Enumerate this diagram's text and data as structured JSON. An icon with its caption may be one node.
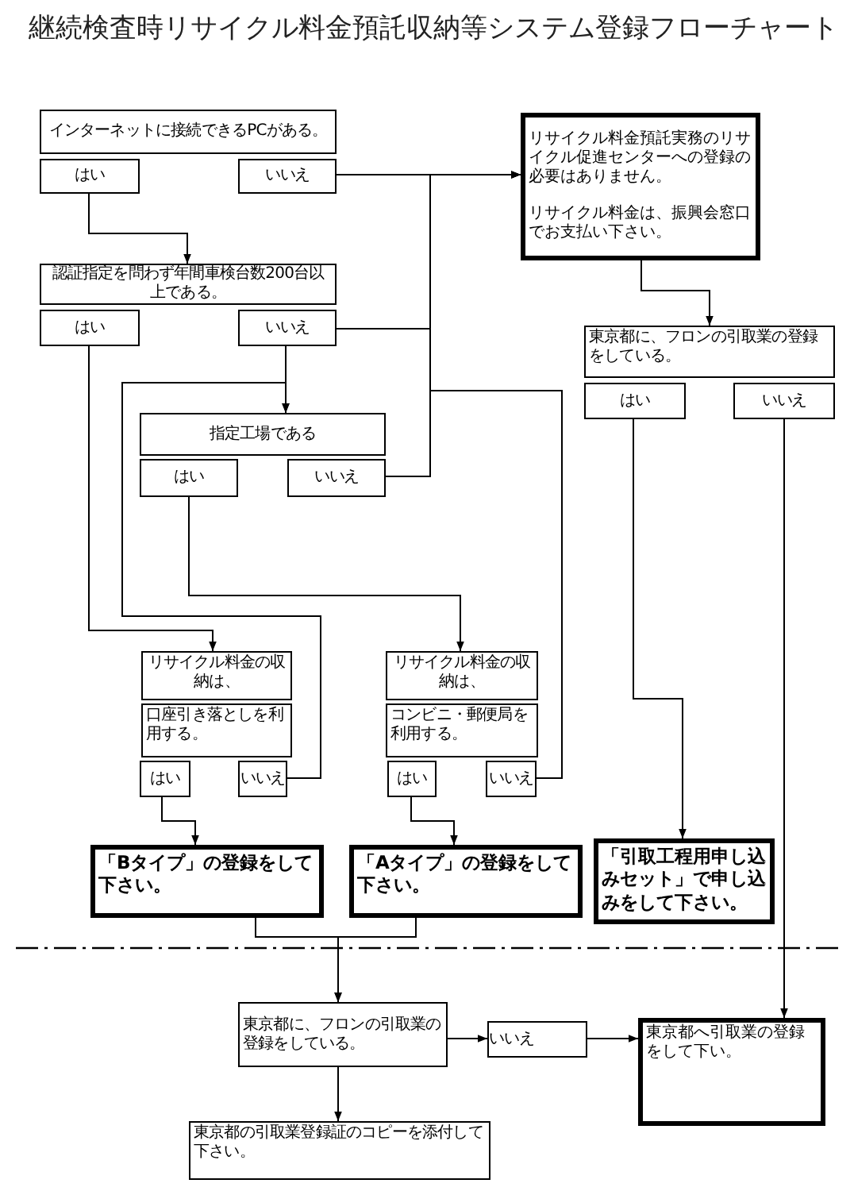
{
  "diagram": {
    "title": "継続検査時リサイクル料金預託収納等システム登録フローチャート",
    "nodes": [
      {
        "text": [
          "インターネットに接続できるPCがある。"
        ]
      },
      {
        "text": [
          "はい"
        ]
      },
      {
        "text": [
          "いいえ"
        ]
      },
      {
        "text": [
          "リサイクル料金預託実務のリサイクル促進センターへの登録の必要はありません。",
          "リサイクル料金は、振興会窓口でお支払い下さい。"
        ]
      },
      {
        "text": [
          "認証指定を問わず年間車検台数200台以上である。"
        ]
      },
      {
        "text": [
          "はい"
        ]
      },
      {
        "text": [
          "いいえ"
        ]
      },
      {
        "text": [
          "東京都に、フロンの引取業の登録をしている。"
        ]
      },
      {
        "text": [
          "はい"
        ]
      },
      {
        "text": [
          "いいえ"
        ]
      },
      {
        "text": [
          "指定工場である"
        ]
      },
      {
        "text": [
          "はい"
        ]
      },
      {
        "text": [
          "いいえ"
        ]
      },
      {
        "text": [
          "リサイクル料金の収納は、"
        ]
      },
      {
        "text": [
          "口座引き落としを利用する。"
        ]
      },
      {
        "text": [
          "はい"
        ]
      },
      {
        "text": [
          "いいえ"
        ]
      },
      {
        "text": [
          "リサイクル料金の収納は、"
        ]
      },
      {
        "text": [
          "コンビニ・郵便局を利用する。"
        ]
      },
      {
        "text": [
          "はい"
        ]
      },
      {
        "text": [
          "いいえ"
        ]
      },
      {
        "text": [
          "「Bタイプ」の登録をして下さい。"
        ]
      },
      {
        "text": [
          "「Aタイプ」の登録をして下さい。"
        ]
      },
      {
        "text": [
          "「引取工程用申し込みセット」で申し込みをして下さい。"
        ]
      },
      {
        "text": [
          "東京都に、フロンの引取業の登録をしている。"
        ]
      },
      {
        "text": [
          "いいえ"
        ]
      },
      {
        "text": [
          "東京都へ引取業の登録をして下い。"
        ]
      },
      {
        "text": [
          "東京都の引取業登録証のコピーを添付して下さい。"
        ]
      }
    ],
    "edges": [
      {
        "from": 1,
        "to": 4,
        "arrow": "to"
      },
      {
        "from": 2,
        "to": 3,
        "arrow": "to"
      },
      {
        "from": 6,
        "to": 3,
        "arrow": "to"
      },
      {
        "from": 12,
        "to": 3,
        "arrow": "to"
      },
      {
        "from": 20,
        "to": 3,
        "arrow": "to"
      },
      {
        "from": 6,
        "to": 10,
        "arrow": "to"
      },
      {
        "from": 16,
        "to": 10,
        "arrow": "to"
      },
      {
        "from": 5,
        "to": 13,
        "arrow": "to"
      },
      {
        "from": 11,
        "to": 17,
        "arrow": "to"
      },
      {
        "from": 15,
        "to": 21,
        "arrow": "to"
      },
      {
        "from": 19,
        "to": 22,
        "arrow": "to"
      },
      {
        "from": 3,
        "to": 7,
        "arrow": "to"
      },
      {
        "from": 8,
        "to": 23,
        "arrow": "to"
      },
      {
        "from": 9,
        "to": 26,
        "arrow": "to"
      },
      {
        "from": 21,
        "to": 24,
        "arrow": "to"
      },
      {
        "from": 22,
        "to": 24,
        "arrow": "to"
      },
      {
        "from": 24,
        "to": 25,
        "arrow": "to"
      },
      {
        "from": 25,
        "to": 26,
        "arrow": "to"
      },
      {
        "from": 24,
        "to": 27,
        "arrow": "to"
      }
    ]
  }
}
